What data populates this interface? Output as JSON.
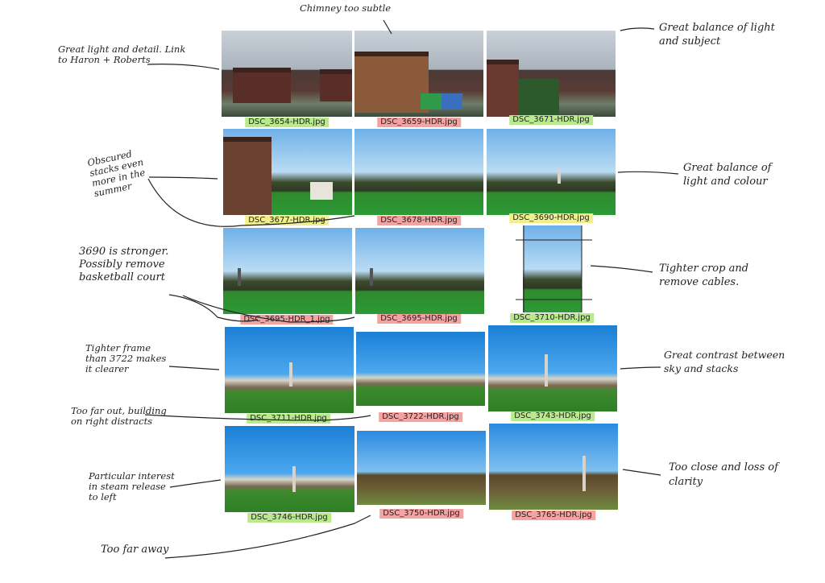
{
  "photos": [
    {
      "file": "DSC_3654-HDR.jpg",
      "highlight": "#b8ea8c"
    },
    {
      "file": "DSC_3659-HDR.jpg",
      "highlight": "#f4a3a3"
    },
    {
      "file": "DSC_3671-HDR.jpg",
      "highlight": "#b8ea8c"
    },
    {
      "file": "DSC_3677-HDR.jpg",
      "highlight": "#f1ef8a"
    },
    {
      "file": "DSC_3678-HDR.jpg",
      "highlight": "#f4a3a3"
    },
    {
      "file": "DSC_3690-HDR.jpg",
      "highlight": "#f1ef8a"
    },
    {
      "file": "DSC_3695-HDR_1.jpg",
      "highlight": "#f4a3a3"
    },
    {
      "file": "DSC_3695-HDR.jpg",
      "highlight": "#f4a3a3"
    },
    {
      "file": "DSC_3710-HDR.jpg",
      "highlight": "#b8ea8c"
    },
    {
      "file": "DSC_3711-HDR.jpg",
      "highlight": "#b8ea8c"
    },
    {
      "file": "DSC_3722-HDR.jpg",
      "highlight": "#f4a3a3"
    },
    {
      "file": "DSC_3743-HDR.jpg",
      "highlight": "#b8ea8c"
    },
    {
      "file": "DSC_3746-HDR.jpg",
      "highlight": "#b8ea8c"
    },
    {
      "file": "DSC_3750-HDR.jpg",
      "highlight": "#f4a3a3"
    },
    {
      "file": "DSC_3765-HDR.jpg",
      "highlight": "#f4a3a3"
    }
  ],
  "notes": {
    "n3654": "Great light and detail. Link to Haron + Roberts",
    "n3659": "Chimney too subtle",
    "n3671": "Great balance of light and subject",
    "n3677": "Obscured stacks even more in the summer",
    "n3690": "Great balance of light and colour",
    "n3695": "3690 is stronger. Possibly remove basketball court",
    "n3710": "Tighter crop and remove cables.",
    "n3711": "Tighter frame than 3722 makes it clearer",
    "n3743": "Great contrast between sky and stacks",
    "n3722": "Too far out, building on right distracts",
    "n3746": "Particular interest in steam release to left",
    "n3765": "Too close and loss of clarity",
    "n3750": "Too far away"
  }
}
